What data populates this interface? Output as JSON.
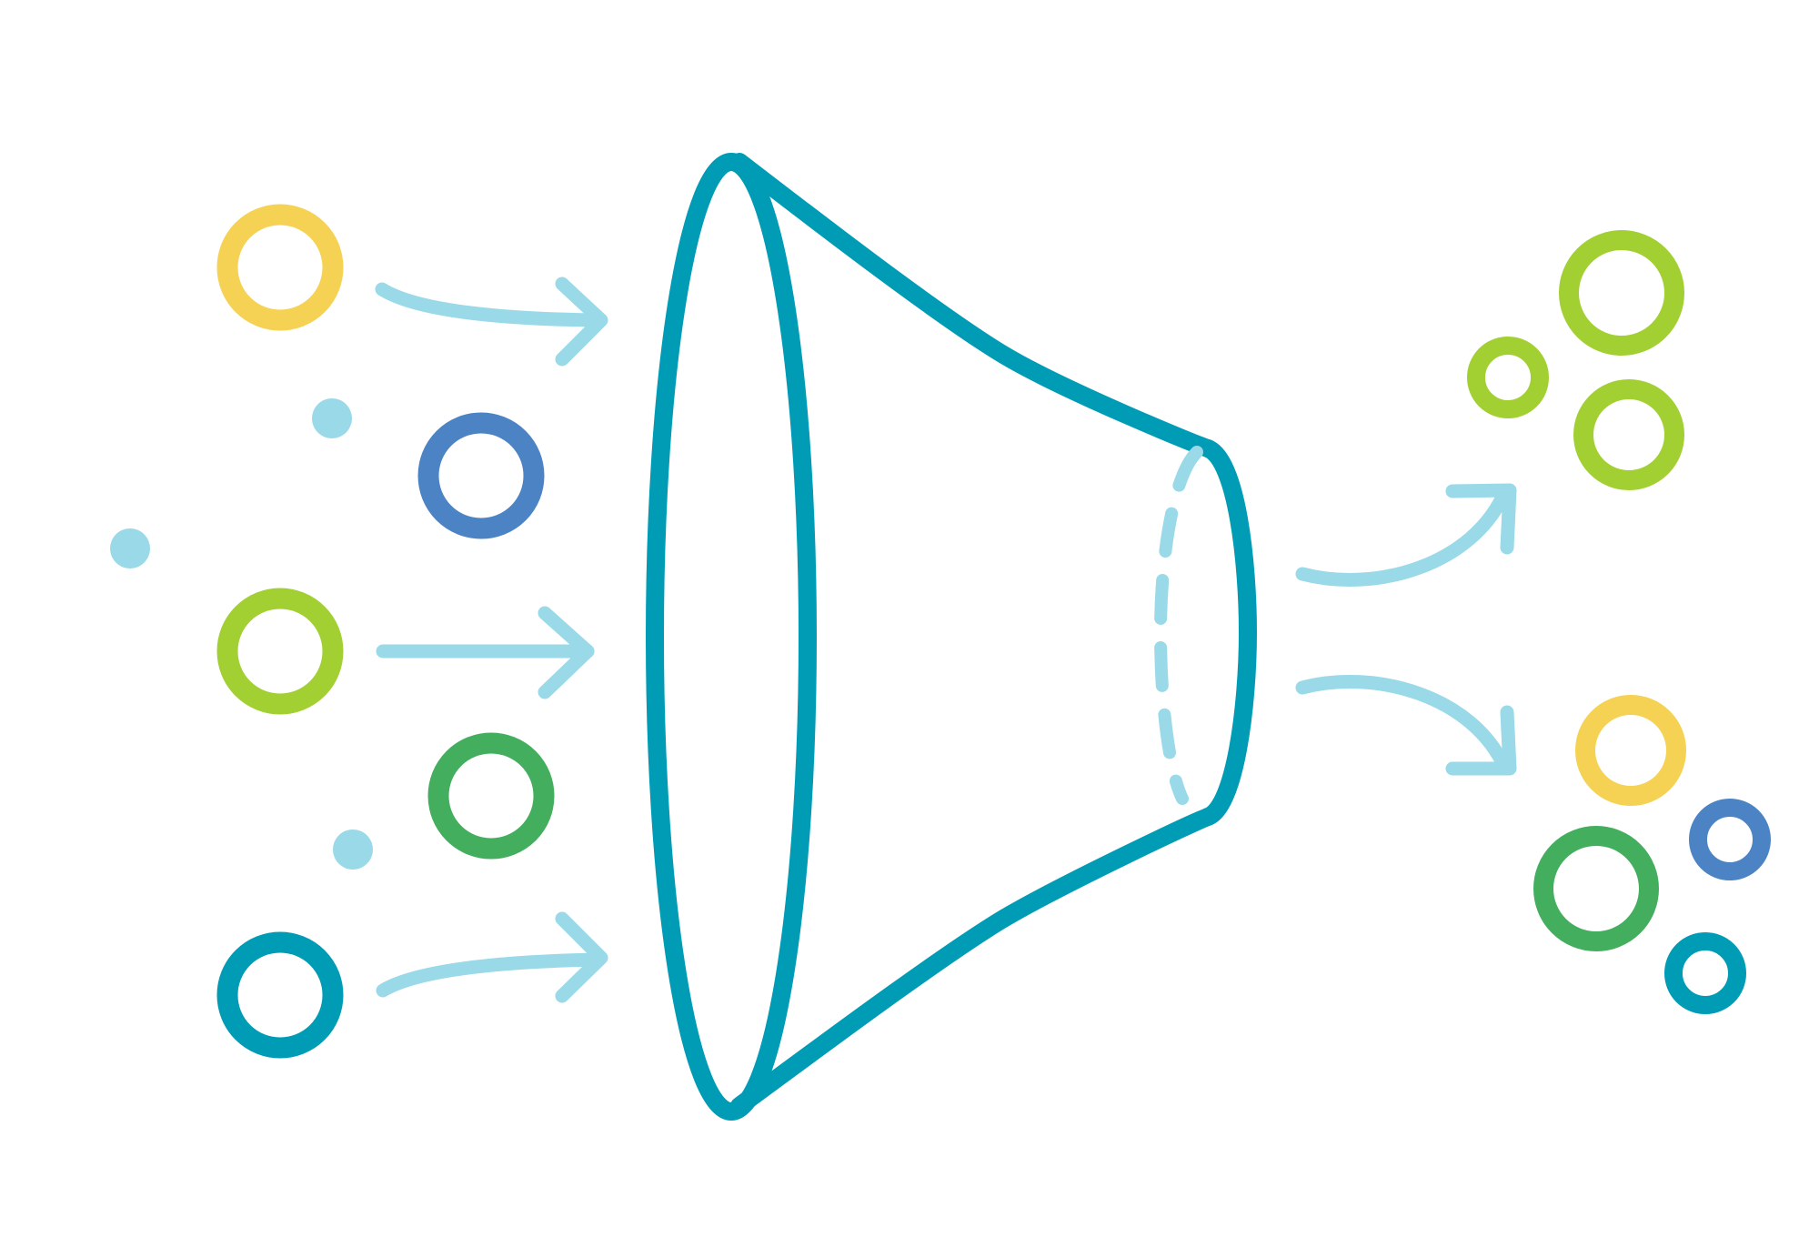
{
  "colors": {
    "background": "#ffffff",
    "funnel": "#009cb6",
    "arrow": "#99d9e8",
    "dot": "#99d9e8",
    "yellow": "#f5d253",
    "blue": "#4b83c4",
    "lime": "#a2d032",
    "green": "#43ae5e",
    "teal": "#009cb6"
  },
  "diagram": {
    "icons": {
      "funnel": "funnel-icon",
      "input_arrow": "curved-arrow-icon",
      "output_arrow": "curved-arrow-icon",
      "ring": "circle-ring-icon",
      "dot": "dot-icon"
    },
    "inputs": [
      {
        "color": "yellow"
      },
      {
        "color": "blue"
      },
      {
        "color": "lime"
      },
      {
        "color": "green"
      },
      {
        "color": "teal"
      }
    ],
    "outputs": [
      {
        "group": "top",
        "items": [
          {
            "color": "lime"
          },
          {
            "color": "lime"
          },
          {
            "color": "lime"
          }
        ]
      },
      {
        "group": "bottom",
        "items": [
          {
            "color": "yellow"
          },
          {
            "color": "green"
          },
          {
            "color": "blue"
          },
          {
            "color": "teal"
          }
        ]
      }
    ],
    "decorative_dots": 3
  }
}
